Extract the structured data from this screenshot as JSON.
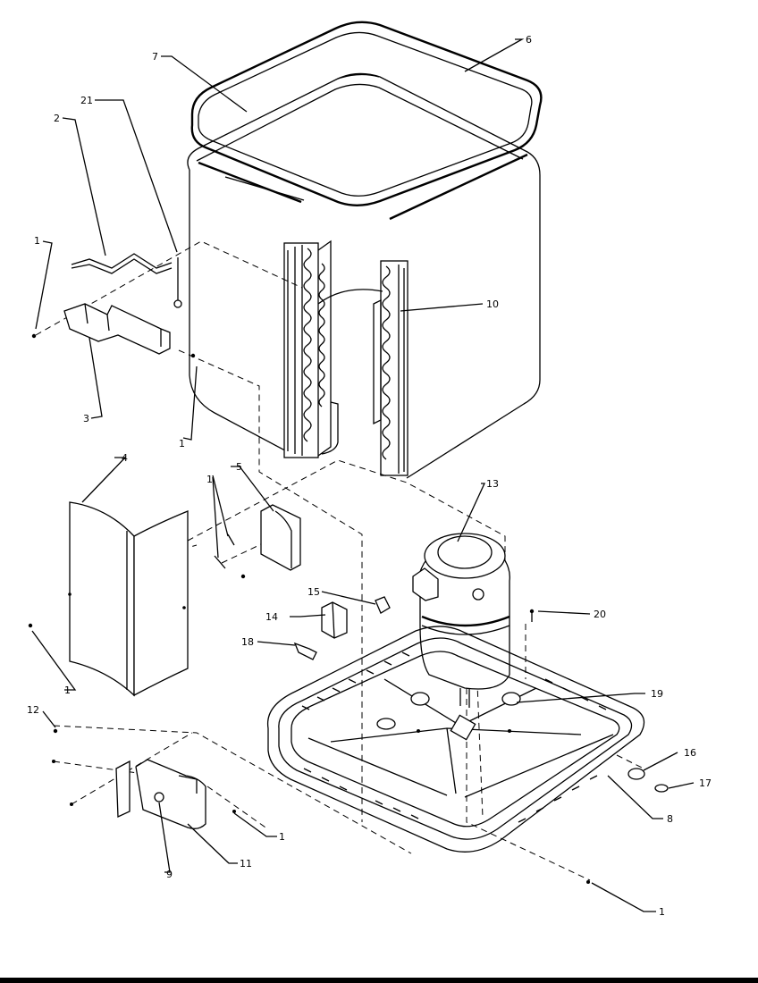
{
  "callouts": {
    "c1a": "1",
    "c1b": "1",
    "c1c": "1",
    "c1d": "1",
    "c1e": "1",
    "c1f": "1",
    "c2": "2",
    "c3": "3",
    "c4": "4",
    "c5": "5",
    "c6": "6",
    "c7": "7",
    "c8": "8",
    "c9": "9",
    "c10": "10",
    "c11": "11",
    "c12": "12",
    "c13": "13",
    "c14": "14",
    "c15": "15",
    "c16": "16",
    "c17": "17",
    "c18": "18",
    "c19": "19",
    "c20": "20",
    "c21": "21"
  }
}
